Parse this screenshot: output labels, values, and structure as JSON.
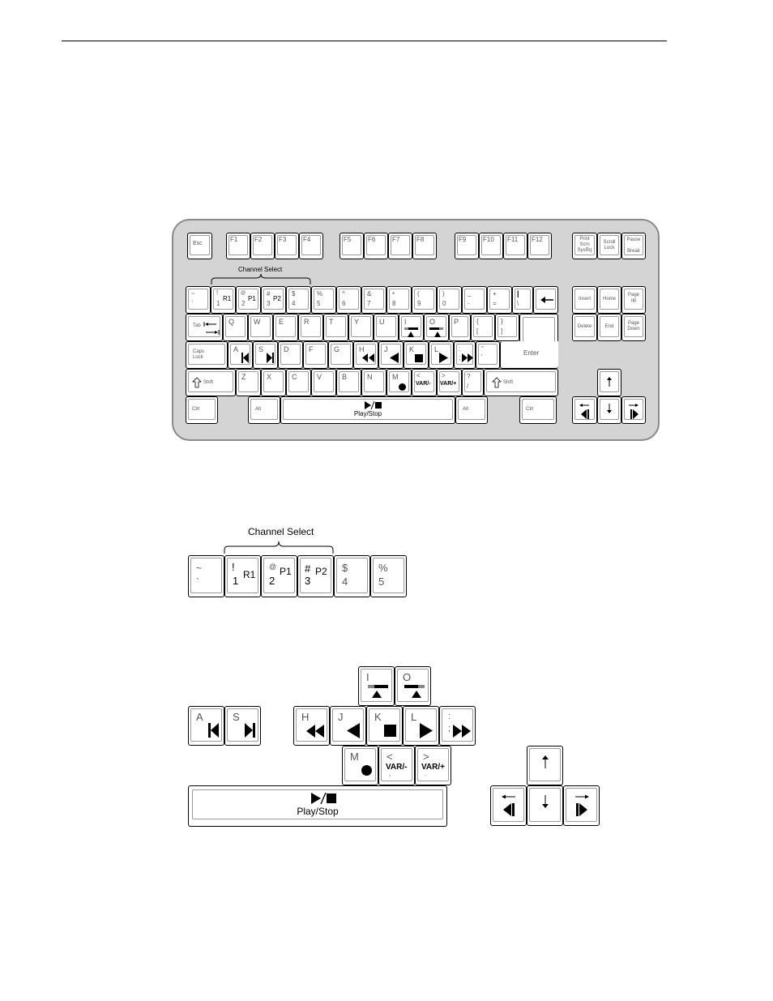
{
  "keyboard": {
    "esc": "Esc",
    "f1": "F1",
    "f2": "F2",
    "f3": "F3",
    "f4": "F4",
    "f5": "F5",
    "f6": "F6",
    "f7": "F7",
    "f8": "F8",
    "f9": "F9",
    "f10": "F10",
    "f11": "F11",
    "f12": "F12",
    "print_a": "Print",
    "print_b": "Scrn",
    "print_c": "SysRq",
    "scroll_a": "Scroll",
    "scroll_b": "Lock",
    "pause_a": "Pause",
    "pause_b": "Break",
    "channel_select": "Channel Select",
    "tilde": "~",
    "backtick": "`",
    "excl": "!",
    "one": "1",
    "r1": "R1",
    "at": "@",
    "two": "2",
    "p1": "P1",
    "hash": "#",
    "three": "3",
    "p2": "P2",
    "dollar": "$",
    "four": "4",
    "pct": "%",
    "five": "5",
    "caret": "^",
    "six": "6",
    "amp": "&",
    "seven": "7",
    "star": "*",
    "eight": "8",
    "lparen": "(",
    "nine": "9",
    "rparen": ")",
    "zero": "0",
    "under": "_",
    "minus": "-",
    "plus": "+",
    "equals": "=",
    "pipe": "|",
    "bslash": "\\",
    "insert": "Insert",
    "home": "Home",
    "pgup_a": "Page",
    "pgup_b": "up",
    "delete": "Delete",
    "end": "End",
    "pgdn_a": "Page",
    "pgdn_b": "Down",
    "tab": "Tab",
    "q": "Q",
    "w": "W",
    "e": "E",
    "r": "R",
    "t": "T",
    "y": "Y",
    "u": "U",
    "i": "I",
    "o": "O",
    "p": "P",
    "lbrace": "{",
    "lbracket": "[",
    "rbrace": "}",
    "rbracket": "]",
    "caps_a": "Caps",
    "caps_b": "Lock",
    "a": "A",
    "s": "S",
    "d": "D",
    "f": "F",
    "g": "G",
    "h": "H",
    "j": "J",
    "k": "K",
    "l": "L",
    "colon": ":",
    "semicolon": ";",
    "quote": "\"",
    "apos": "'",
    "enter": "Enter",
    "shift": "Shift",
    "z": "Z",
    "x": "X",
    "c": "C",
    "v": "V",
    "b": "B",
    "n": "N",
    "m": "M",
    "lt": "<",
    "gt": ">",
    "qmark": "?",
    "slash": "/",
    "var_minus": "VAR/-",
    "var_plus": "VAR/+",
    "ctrl": "Ctrl",
    "alt": "Alt",
    "play_stop": "Play/Stop"
  },
  "detail_channel": {
    "title": "Channel Select",
    "tilde": "~",
    "backtick": "`",
    "excl": "!",
    "one": "1",
    "r1": "R1",
    "at": "@",
    "two": "2",
    "p1": "P1",
    "hash": "#",
    "three": "3",
    "p2": "P2",
    "dollar": "$",
    "four": "4",
    "pct": "%",
    "five": "5"
  },
  "detail_transport": {
    "i": "I",
    "o": "O",
    "a": "A",
    "s": "S",
    "h": "H",
    "j": "J",
    "k": "K",
    "l": "L",
    "colon": ":",
    "semicolon": ";",
    "m": "M",
    "lt": "<",
    "var_minus": "VAR/-",
    "comma": ",",
    "gt": ">",
    "var_plus": "VAR/+",
    "period": ".",
    "play_stop": "Play/Stop"
  }
}
